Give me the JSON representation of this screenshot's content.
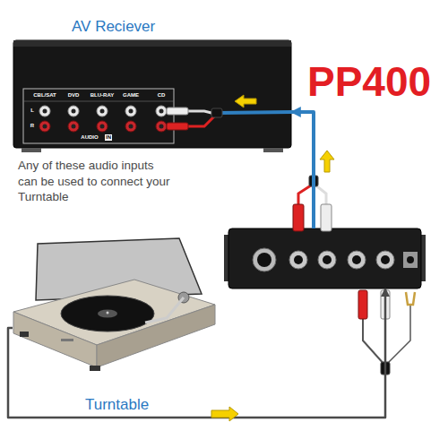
{
  "diagram": {
    "nodes": [
      {
        "text": [
          "AV Reciever"
        ]
      },
      {
        "text": [
          "PP400"
        ]
      },
      {
        "text": [
          "Turntable"
        ]
      }
    ],
    "edges": [
      {
        "from": 2,
        "to": 1,
        "arrow": "to"
      },
      {
        "from": 1,
        "to": 0,
        "arrow": "to"
      }
    ],
    "labels": [
      "CBL/SAT",
      "DVD",
      "BLU-RAY",
      "GAME",
      "CD",
      "L",
      "R",
      "AUDIO",
      "IN",
      "Any of these audio inputs can be used to connect your Turntable"
    ]
  }
}
